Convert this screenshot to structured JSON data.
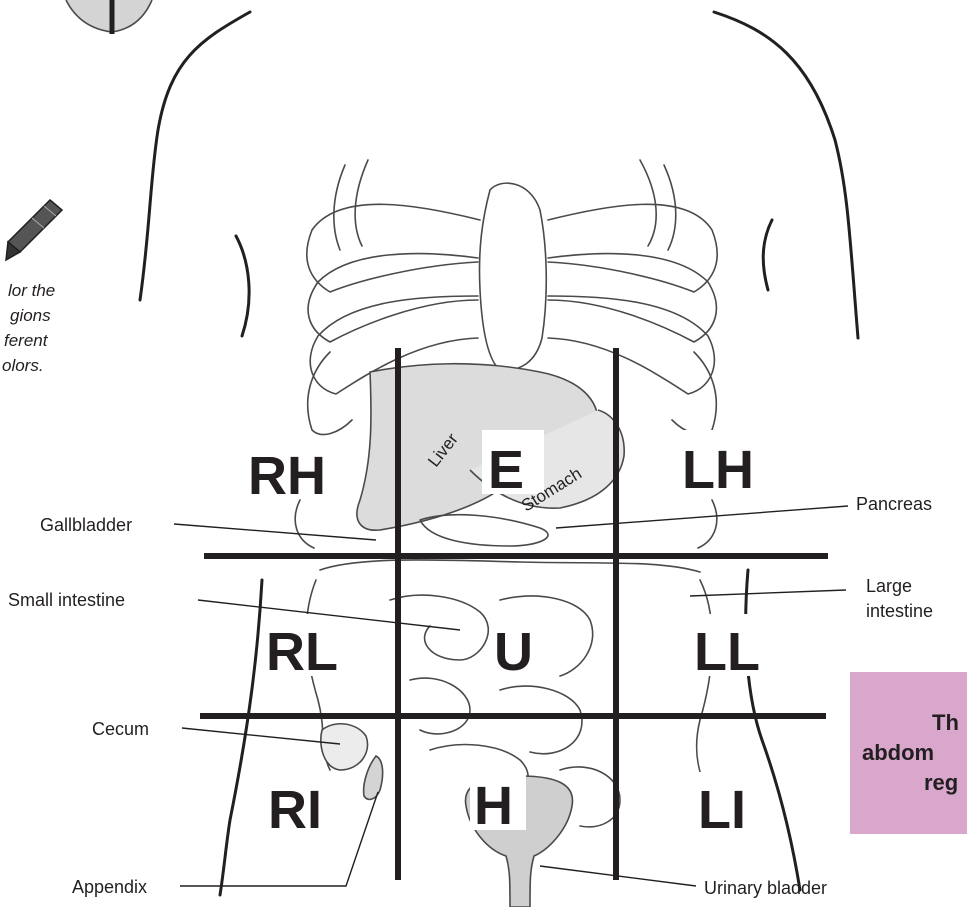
{
  "regions": {
    "rh": "RH",
    "e": "E",
    "lh": "LH",
    "rl": "RL",
    "u": "U",
    "ll": "LL",
    "ri": "RI",
    "h": "H",
    "li": "LI"
  },
  "organs": {
    "liver": "Liver",
    "stomach": "Stomach"
  },
  "labels": {
    "gallbladder": "Gallbladder",
    "small_intestine": "Small intestine",
    "cecum": "Cecum",
    "appendix": "Appendix",
    "pancreas": "Pancreas",
    "large_intestine_1": "Large",
    "large_intestine_2": "intestine",
    "urinary_bladder": "Urinary bladder"
  },
  "note": {
    "line1": "lor the",
    "line2": "gions",
    "line3": "ferent",
    "line4": "olors."
  },
  "infobox": {
    "line1": "Th",
    "line2": "abdom",
    "line3": "reg",
    "color": "#d9a6cc"
  },
  "icons": [
    "crayon-icon"
  ]
}
